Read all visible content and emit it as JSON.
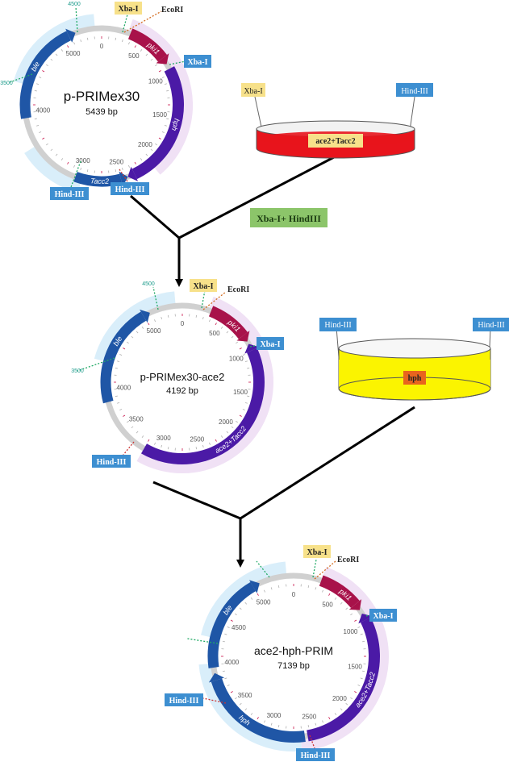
{
  "colors": {
    "blue": "#1f56a6",
    "purple": "#4b1aa6",
    "crimson": "#a8124a",
    "label_blue": "#3d8fd1",
    "label_yellow": "#f7e18a",
    "enzyme_green": "#8cc56a",
    "dish_red": "#e8141c",
    "dish_yellow": "#fbf400",
    "hph_orange": "#e8641e"
  },
  "plasmid1": {
    "name": "p-PRIMex30",
    "size": "5439 bp",
    "ticks": [
      "0",
      "500",
      "1000",
      "1500",
      "2000",
      "2500",
      "3000",
      "3500",
      "4000",
      "4500",
      "5000"
    ],
    "site_4500": "4500",
    "site_3500": "3500",
    "features": {
      "ble": "ble",
      "pki1": "pki1",
      "hph": "hph",
      "tacc2": "Tacc2"
    },
    "labels": {
      "xba_top": "Xba-I",
      "ecori": "EcoRI",
      "xba_right": "Xba-I",
      "hind_left": "Hind-III",
      "hind_bottom": "Hind-III"
    }
  },
  "dish1": {
    "xba": "Xba-I",
    "hind": "Hind-III",
    "insert": "ace2+Tacc2"
  },
  "enzymes": "Xba-I+ HindIII",
  "plasmid2": {
    "name": "p-PRIMex30-ace2",
    "size": "4192 bp",
    "ticks": [
      "0",
      "500",
      "1000",
      "1500",
      "2000",
      "2500",
      "3000",
      "3500",
      "4000",
      "5000"
    ],
    "site_4500": "4500",
    "site_3500": "3500",
    "features": {
      "ble": "ble",
      "pki1": "pki1",
      "ace2": "ace2+Tacc2"
    },
    "labels": {
      "xba_top": "Xba-I",
      "ecori": "EcoRI",
      "xba_right": "Xba-I",
      "hind_left": "Hind-III"
    }
  },
  "dish2": {
    "hind_left": "Hind-III",
    "hind_right": "Hind-III",
    "insert": "hph"
  },
  "plasmid3": {
    "name": "ace2-hph-PRIM",
    "size": "7139 bp",
    "ticks": [
      "0",
      "500",
      "1000",
      "1500",
      "2000",
      "2500",
      "3000",
      "3500",
      "4000",
      "4500",
      "5000"
    ],
    "features": {
      "ble": "ble",
      "pki1": "pki1",
      "ace2": "ace2+Tacc2",
      "hph": "hph"
    },
    "labels": {
      "xba_top": "Xba-I",
      "ecori": "EcoRI",
      "xba_right": "Xba-I",
      "hind_left": "Hind-III",
      "hind_bottom": "Hind-III"
    }
  }
}
